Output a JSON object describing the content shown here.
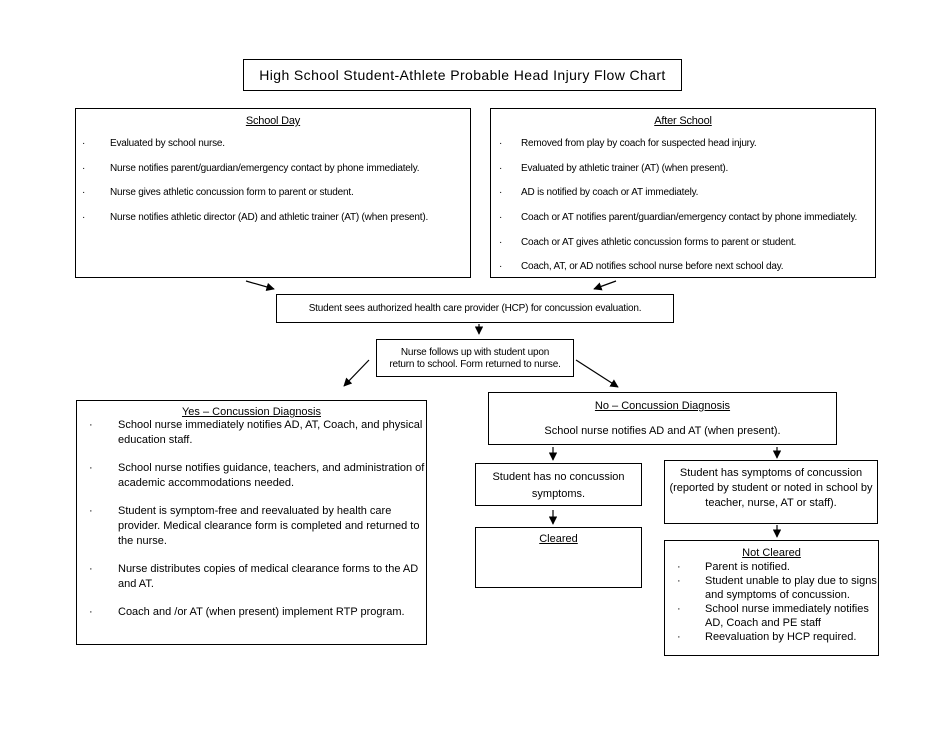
{
  "title": "High School Student-Athlete Probable Head Injury Flow Chart",
  "school_day": {
    "heading": "School Day",
    "bullet": "·",
    "items": [
      "Evaluated by school nurse.",
      "Nurse notifies parent/guardian/emergency contact by phone immediately.",
      "Nurse gives athletic concussion form to parent or student.",
      "Nurse notifies athletic director (AD) and athletic trainer (AT) (when present)."
    ]
  },
  "after_school": {
    "heading": "After School",
    "items": [
      "Removed from play by coach for suspected head injury.",
      "Evaluated by athletic trainer (AT) (when present).",
      "AD is notified by coach or AT immediately.",
      "Coach or AT notifies parent/guardian/emergency contact by phone immediately.",
      "Coach or AT gives athletic concussion forms to parent or student.",
      "Coach, AT, or AD notifies school nurse before next school day."
    ]
  },
  "hcp": "Student sees authorized health care provider (HCP) for concussion evaluation.",
  "nurse_followup": {
    "line1": "Nurse follows up with student upon",
    "line2": "return to school.  Form returned to nurse."
  },
  "yes_diagnosis": {
    "heading": "Yes – Concussion Diagnosis",
    "items": [
      "School nurse immediately notifies AD, AT, Coach, and physical education staff.",
      "School nurse notifies guidance, teachers, and administration of academic accommodations needed.",
      "Student is symptom-free and reevaluated by health care provider.  Medical clearance form is completed and returned to the nurse.",
      "Nurse distributes copies of medical clearance forms to the AD and AT.",
      "Coach and /or AT (when present) implement RTP program."
    ]
  },
  "no_diagnosis": {
    "heading": "No – Concussion Diagnosis",
    "text": "School nurse notifies AD and AT (when present)."
  },
  "no_symptoms": "Student has no concussion symptoms.",
  "cleared": "Cleared",
  "has_symptoms": "Student has symptoms of concussion (reported by student or noted in school by teacher, nurse, AT or staff).",
  "not_cleared": {
    "heading": "Not Cleared",
    "items": [
      "Parent is notified.",
      "Student unable to play due to signs and symptoms of concussion.",
      "School  nurse immediately notifies AD, Coach and PE staff",
      "Reevaluation by HCP required."
    ]
  }
}
